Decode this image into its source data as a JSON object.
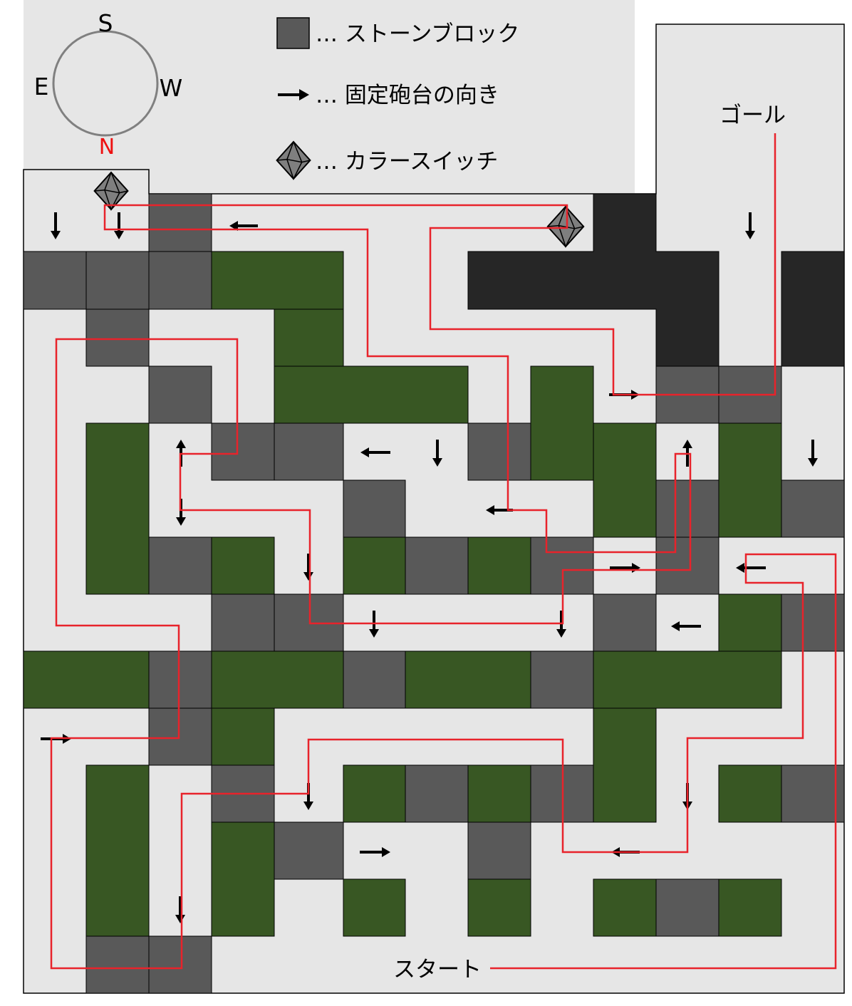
{
  "compass": {
    "top": "S",
    "left": "E",
    "right": "W",
    "bottom": "N",
    "bottom_color": "#ee1111"
  },
  "legend": {
    "stone_block": "… ストーンブロック",
    "cannon_direction": "… 固定砲台の向き",
    "color_switch": "… カラースイッチ"
  },
  "labels": {
    "goal": "ゴール",
    "start": "スタート"
  },
  "colors": {
    "floor": "#e6e6e6",
    "stone": "#595959",
    "green": "#385723",
    "dark": "#262626",
    "route": "#e8232b",
    "arrow": "#000000"
  },
  "icons": [
    "stone-block-icon",
    "cannon-arrow-icon",
    "color-switch-icon",
    "compass-icon"
  ]
}
